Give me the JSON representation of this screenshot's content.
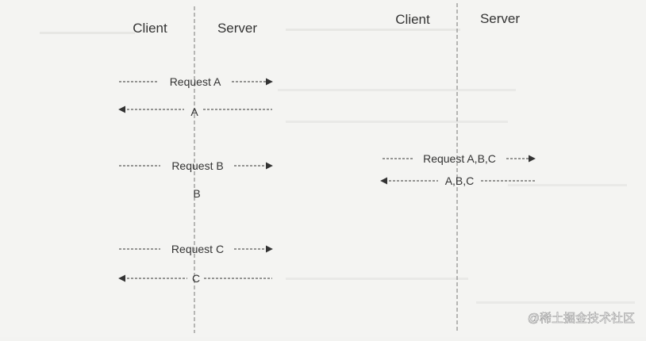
{
  "left_diagram": {
    "headers": {
      "client": "Client",
      "server": "Server"
    },
    "messages": [
      {
        "label": "Request A",
        "direction": "to-server"
      },
      {
        "label": "A",
        "direction": "to-client"
      },
      {
        "label": "Request B",
        "direction": "to-server"
      },
      {
        "label": "B",
        "direction": "to-client"
      },
      {
        "label": "Request C",
        "direction": "to-server"
      },
      {
        "label": "C",
        "direction": "to-client"
      }
    ]
  },
  "right_diagram": {
    "headers": {
      "client": "Client",
      "server": "Server"
    },
    "messages": [
      {
        "label": "Request A,B,C",
        "direction": "to-server"
      },
      {
        "label": "A,B,C",
        "direction": "to-client"
      }
    ]
  },
  "watermark": "@稀土掘金技术社区",
  "colors": {
    "background": "#f4f4f2",
    "ink": "#333333",
    "lifeline": "#777777",
    "watermark": "#ffffff"
  }
}
